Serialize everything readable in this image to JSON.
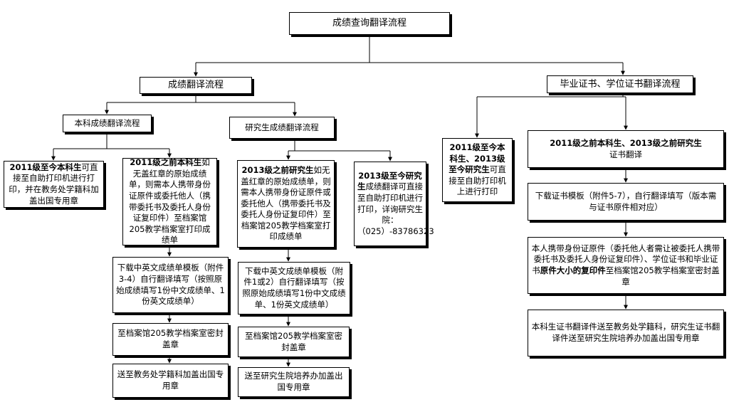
{
  "root": {
    "label": "成绩查询翻译流程"
  },
  "transcript": {
    "label": "成绩翻译流程",
    "undergrad": {
      "label": "本科成绩翻译流程",
      "post2011": {
        "bold": "2011级至今本科生",
        "text": "可直接至自助打印机进行打印，并在教务处学籍科加盖出国专用章"
      },
      "pre2011": {
        "bold": "2011级之前本科生",
        "text": "如无盖红章的原始成绩单，则需本人携带身份证原件或委托他人（携带委托书及委托人身份证复印件）至档案馆205教学档案室打印成绩单"
      },
      "step1": {
        "text": "下载中英文成绩单模板（附件3-4）自行翻译填写（按照原始成绩填写1份中文成绩单、1份英文成绩单）"
      },
      "step2": {
        "text": "至档案馆205教学档案室密封盖章"
      },
      "step3": {
        "text": "送至教务处学籍科加盖出国专用章"
      }
    },
    "graduate": {
      "label": "研究生成绩翻译流程",
      "pre2013": {
        "bold": "2013级之前研究生",
        "text": "如无盖红章的原始成绩单，则需本人携带身份证原件或委托他人（携带委托书及委托人身份证复印件）至档案馆205教学档案室打印成绩单"
      },
      "post2013": {
        "bold": "2013级至今研究生",
        "text": "成绩翻译可直接至自助打印机进行打印，详询研究生院：（025）-83786323"
      },
      "step1": {
        "text": "下载中英文成绩单模板（附件1或2）自行翻译填写（按照原始成绩填写1份中文成绩单、1份英文成绩单）"
      },
      "step2": {
        "text": "至档案馆205教学档案室密封盖章"
      },
      "step3": {
        "text": "送至研究生院培养办加盖出国专用章"
      }
    }
  },
  "certificate": {
    "label": "毕业证书、学位证书翻译流程",
    "recent": {
      "bold": "2011级至今本科生、2013级至今研究生",
      "text": "可直接至自助打印机上进行打印"
    },
    "earlier": {
      "bold": "2011级之前本科生、2013级之前研究生",
      "text": "证书翻译"
    },
    "step1": {
      "text": "下载证书模板（附件5-7），自行翻译填写（版本需与证书原件相对应）"
    },
    "step2": {
      "text_a": "本人携带身份证原件（委托他人者需让被委托人携带委托书及委托人身份证复印件）、学位证书和毕业证书",
      "bold": "原件大小的复印件",
      "text_b": "至档案馆205教学档案室密封盖章"
    },
    "step3": {
      "text": "本科生证书翻译件送至教务处学籍科，研究生证书翻译件送至研究生院培养办加盖出国专用章"
    }
  }
}
